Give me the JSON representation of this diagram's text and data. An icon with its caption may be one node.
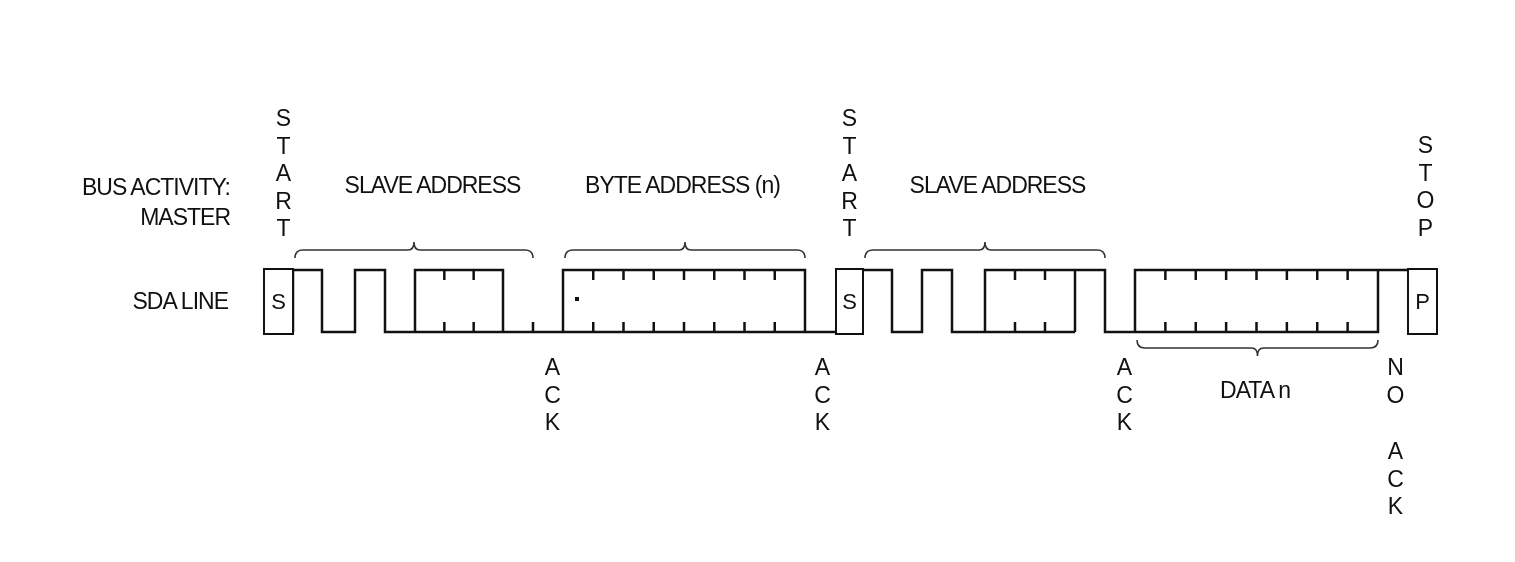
{
  "diagram": {
    "nodes": [
      {
        "text": [
          "S"
        ]
      },
      {
        "text": [
          "S"
        ]
      },
      {
        "text": [
          "P"
        ]
      }
    ],
    "labels": [
      "BUS ACTIVITY: MASTER",
      "START",
      "SLAVE ADDRESS",
      "BYTE ADDRESS (n)",
      "START",
      "SLAVE ADDRESS",
      "STOP",
      "SDA LINE",
      "ACK",
      "ACK",
      "ACK",
      "DATA n",
      "NO",
      "ACK"
    ]
  }
}
